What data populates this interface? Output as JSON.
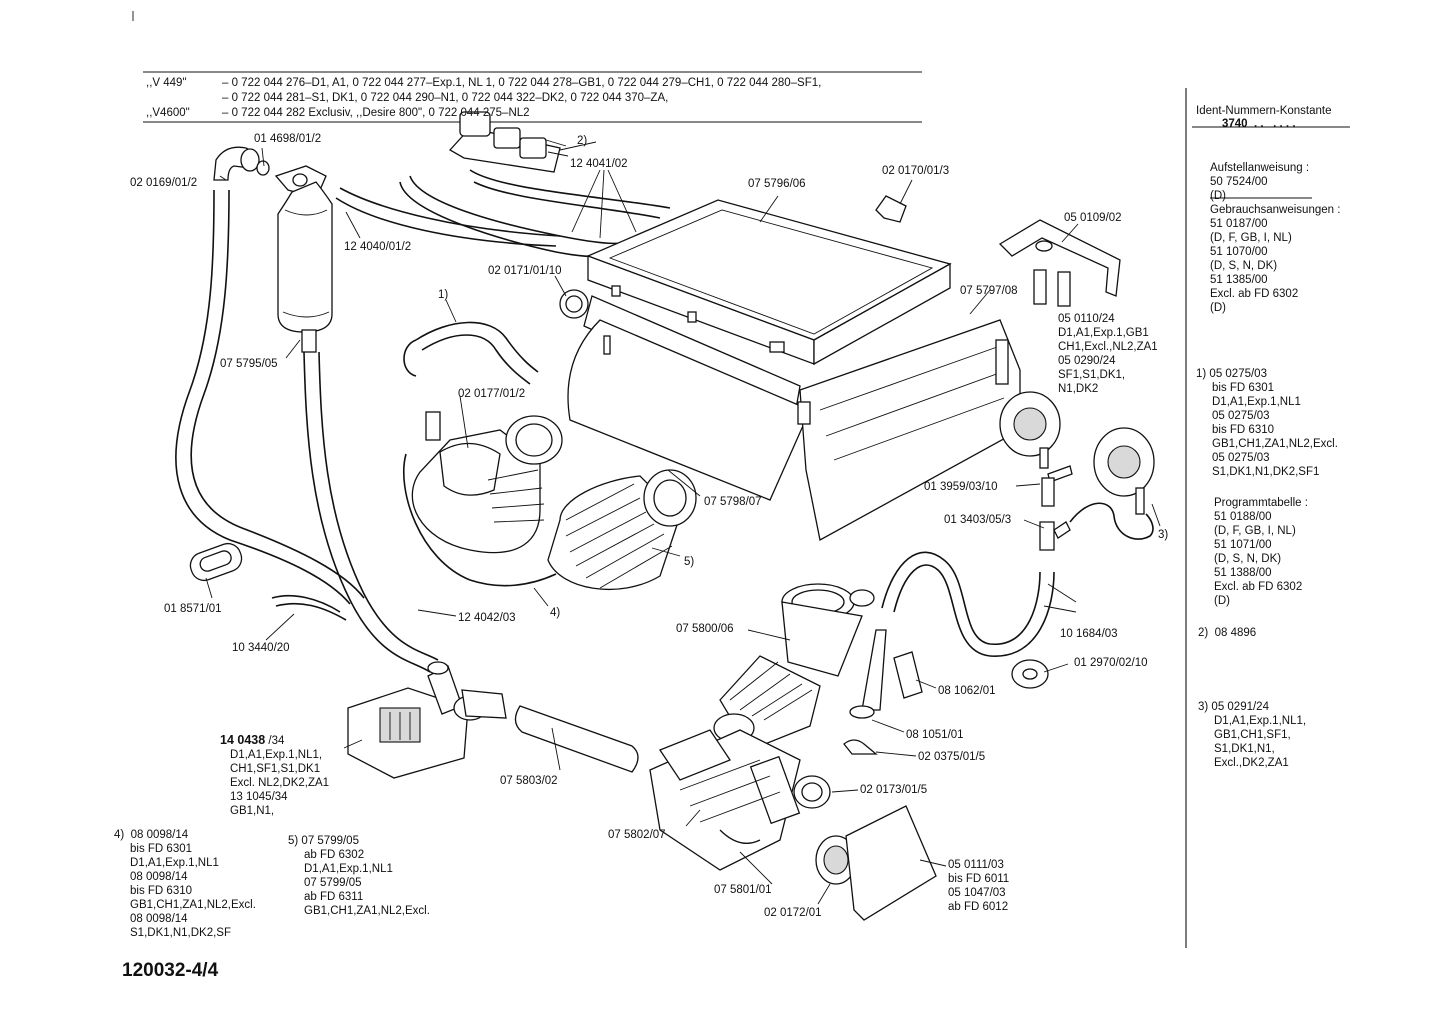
{
  "header": {
    "rows": [
      {
        "model": ",,V 449\"",
        "text": "– 0 722 044 276–D1, A1, 0 722 044 277–Exp.1, NL 1, 0 722 044 278–GB1, 0 722 044 279–CH1, 0 722 044 280–SF1,"
      },
      {
        "model": "",
        "text": "– 0 722 044 281–S1, DK1, 0 722 044 290–N1, 0 722 044 322–DK2, 0 722 044 370–ZA,"
      },
      {
        "model": ",,V4600\"",
        "text": "– 0 722 044 282 Exclusiv, ,,Desire 800\", 0 722 044 275–NL2"
      }
    ]
  },
  "side_panel": {
    "ident_title": "Ident-Nummern-Konstante",
    "ident_value": "3740  . .   . . . .",
    "lines": [
      "Aufstellanweisung :",
      "50 7524/00",
      "(D)",
      "Gebrauchsanweisungen :",
      "51 0187/00",
      "(D, F, GB, I, NL)",
      "51 1070/00",
      "(D, S, N, DK)",
      "51 1385/00",
      "Excl. ab FD 6302",
      "(D)"
    ],
    "note1": [
      "1) 05 0275/03",
      "bis FD 6301",
      "D1,A1,Exp.1,NL1",
      "05 0275/03",
      "bis FD 6310",
      "GB1,CH1,ZA1,NL2,Excl.",
      "05 0275/03",
      "S1,DK1,N1,DK2,SF1"
    ],
    "program": [
      "Programmtabelle :",
      "51 0188/00",
      "(D, F, GB, I, NL)",
      "51 1071/00",
      "(D, S, N, DK)",
      "51 1388/00",
      "Excl. ab FD 6302",
      "(D)"
    ],
    "note2": "2)  08 4896",
    "note3": [
      "3) 05 0291/24",
      "D1,A1,Exp.1,NL1,",
      "GB1,CH1,SF1,",
      "S1,DK1,N1,",
      "Excl.,DK2,ZA1"
    ]
  },
  "parts": {
    "p01": "01 4698/01/2",
    "p02": "2)",
    "p03": "02 0169/01/2",
    "p04": "12 4041/02",
    "p05": "07 5796/06",
    "p06": "02 0170/01/3",
    "p07": "05 0109/02",
    "p08": "12 4040/01/2",
    "p09": "02 0171/01/10",
    "p10": "1)",
    "p11": "07 5797/08",
    "p12": "07 5795/05",
    "p13": "02 0177/01/2",
    "p14": "07 5798/07",
    "p15": "01 3959/03/10",
    "p16": "01 3403/05/3",
    "p17": "3)",
    "p18": "5)",
    "p19": "01 8571/01",
    "p20": "4)",
    "p21": "12 4042/03",
    "p22": "10 3440/20",
    "p23": "07 5800/06",
    "p24": "10 1684/03",
    "p25": "01 2970/02/10",
    "p26": "08 1062/01",
    "p27": "08 1051/01",
    "p28": "02 0375/01/5",
    "p29": "07 5803/02",
    "p30": "02 0173/01/5",
    "p31": "07 5802/07",
    "p32": "07 5801/01",
    "p33": "02 0172/01"
  },
  "pressure_switch": [
    "05 0110/24",
    "D1,A1,Exp.1,GB1",
    "CH1,Excl.,NL2,ZA1",
    "05 0290/24",
    "SF1,S1,DK1,",
    "N1,DK2"
  ],
  "pump": {
    "number": "14 0438",
    "suffix": " /34",
    "lines": [
      "D1,A1,Exp.1,NL1,",
      "CH1,SF1,S1,DK1",
      "Excl. NL2,DK2,ZA1",
      "13 1045/34",
      "GB1,N1,"
    ]
  },
  "filter_cover": [
    "05 0111/03",
    "bis FD 6011",
    "05 1047/03",
    "ab FD 6012"
  ],
  "footnote4": [
    "4)  08 0098/14",
    "bis FD 6301",
    "D1,A1,Exp.1,NL1",
    "08 0098/14",
    "bis FD 6310",
    "GB1,CH1,ZA1,NL2,Excl.",
    "08 0098/14",
    "S1,DK1,N1,DK2,SF"
  ],
  "footnote5": [
    "5) 07 5799/05",
    "ab FD 6302",
    "D1,A1,Exp.1,NL1",
    "07 5799/05",
    "ab FD 6311",
    "GB1,CH1,ZA1,NL2,Excl."
  ],
  "doc_id": "120032-4/4"
}
